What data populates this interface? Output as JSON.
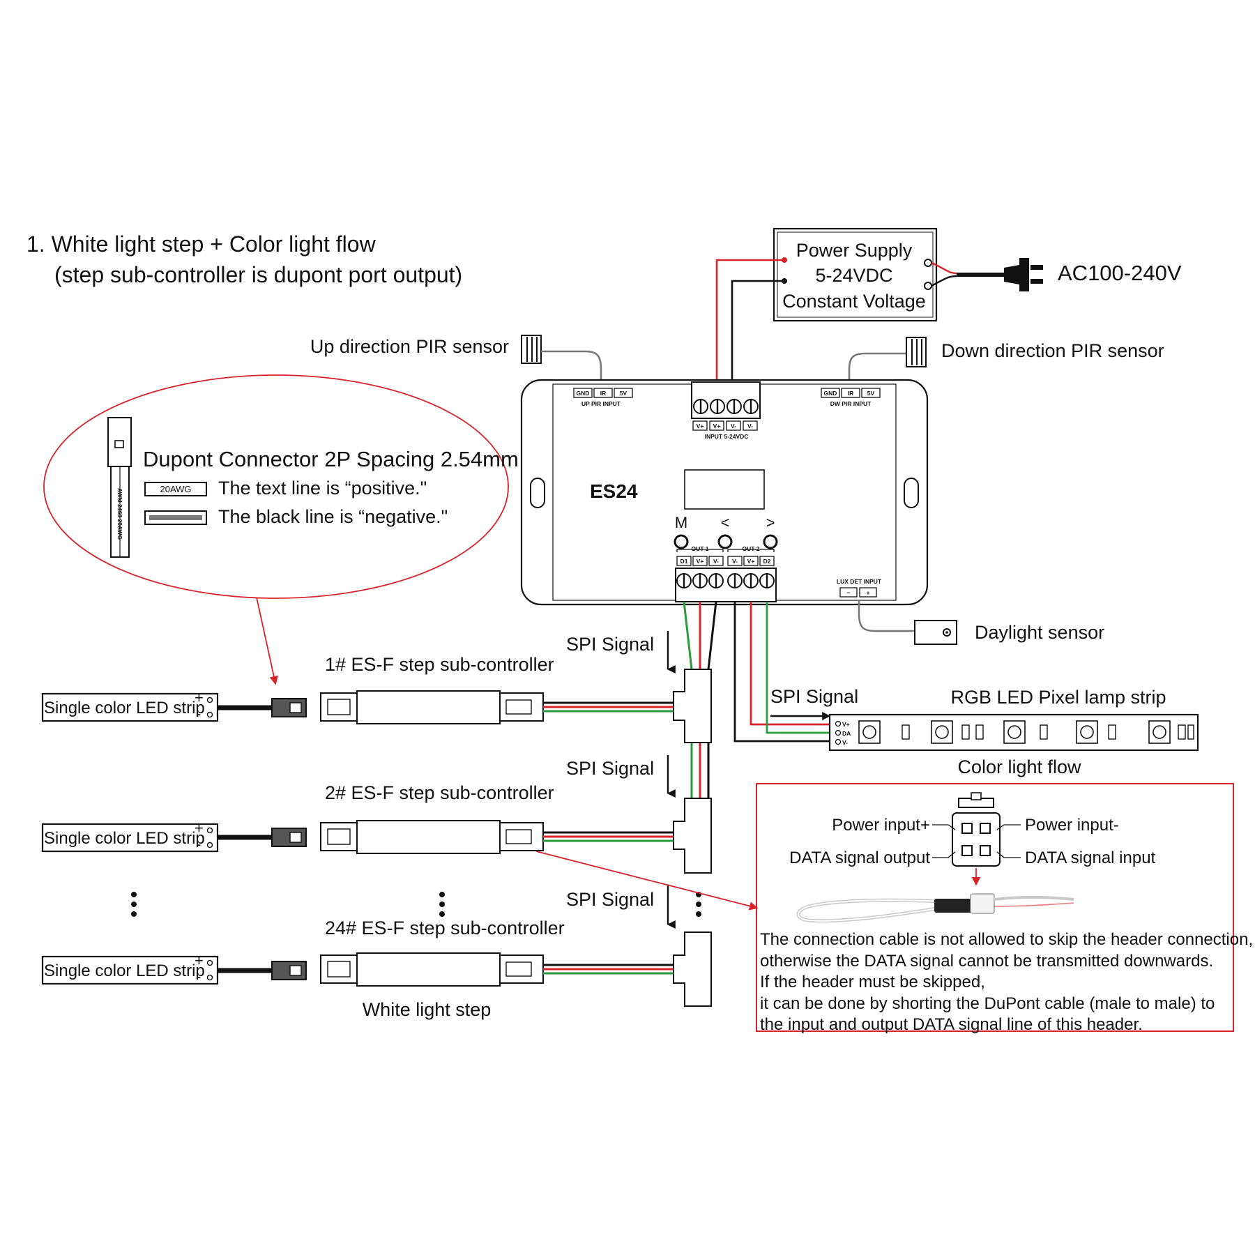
{
  "title": {
    "line1": "1. White light step + Color light flow",
    "line2": "(step sub-controller is dupont port output)"
  },
  "power_supply": {
    "line1": "Power Supply",
    "line2": "5-24VDC",
    "line3": "Constant Voltage",
    "ac_label": "AC100-240V"
  },
  "pir": {
    "up_label": "Up direction PIR sensor",
    "down_label": "Down direction PIR sensor"
  },
  "controller": {
    "model": "ES24",
    "input_label": "INPUT 5-24VDC",
    "input_pins": [
      "V+",
      "V+",
      "V-",
      "V-"
    ],
    "up_pir_label": "UP PIR INPUT",
    "dw_pir_label": "DW PIR INPUT",
    "pir_pins": [
      "GND",
      "IR",
      "5V"
    ],
    "buttons": [
      "M",
      "<",
      ">"
    ],
    "out1": "OUT 1",
    "out2": "OUT 2",
    "out_pins": [
      "D1",
      "V+",
      "V-",
      "V-",
      "V+",
      "D2"
    ],
    "lux_label": "LUX DET INPUT",
    "lux_pins": [
      "−",
      "+"
    ]
  },
  "daylight_sensor": "Daylight sensor",
  "dupont": {
    "title": "Dupont Connector 2P Spacing 2.54mm",
    "positive": "The text line is “positive.\"",
    "negative": "The black line is “negative.\"",
    "tag": "20AWG",
    "cable_text": "AWM 2468 20AWG"
  },
  "signals": {
    "spi": "SPI Signal"
  },
  "sub_controllers": [
    "1# ES-F step sub-controller",
    "2# ES-F step sub-controller",
    "24# ES-F step sub-controller"
  ],
  "led_strip": {
    "label": "Single color LED strip",
    "plus": "+",
    "minus": "-"
  },
  "white_light_step": "White light step",
  "rgb": {
    "label": "RGB LED Pixel lamp strip",
    "color_flow": "Color light flow",
    "pins": [
      "V+",
      "DA",
      "V-"
    ]
  },
  "header_note": {
    "power_in_plus": "Power input+",
    "power_in_minus": "Power input-",
    "data_out": "DATA signal output",
    "data_in": "DATA signal input",
    "lines": [
      "The connection cable is not allowed to skip the header connection,",
      "otherwise the DATA signal cannot be transmitted downwards.",
      "If the header must be skipped,",
      "it can be done by shorting the DuPont cable (male to male) to",
      "the input and output DATA signal line of this header."
    ]
  },
  "colors": {
    "red": "#d9232b",
    "green": "#2a9a3f",
    "black": "#111111",
    "callout_border": "#d9232b"
  }
}
